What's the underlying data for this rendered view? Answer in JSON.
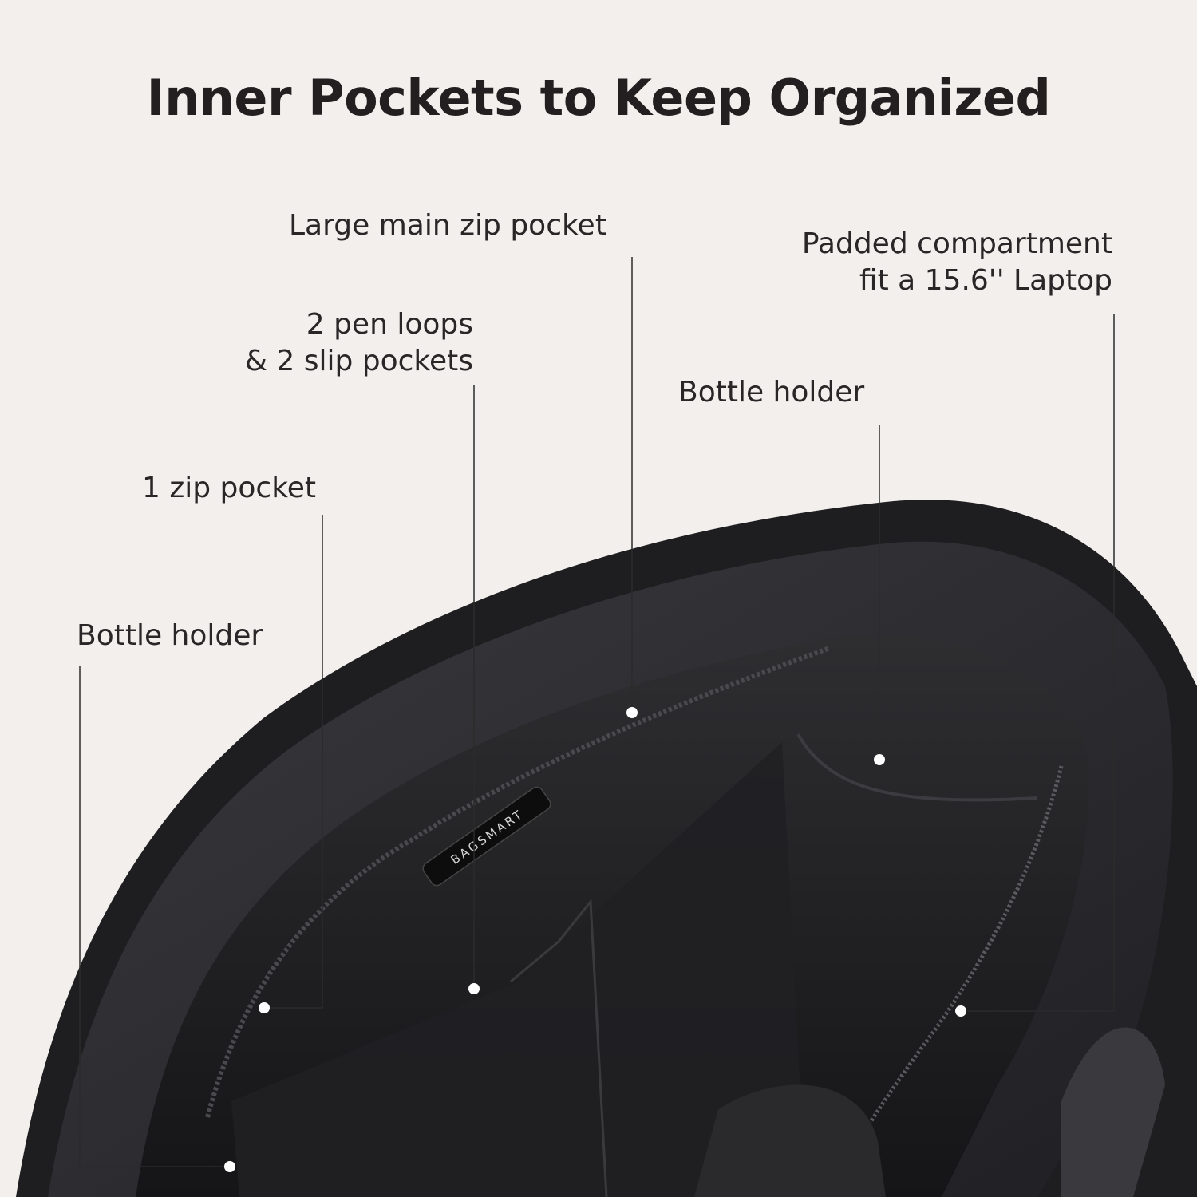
{
  "title": "Inner Pockets to Keep Organized",
  "brand_tag": "BAGSMART",
  "colors": {
    "background": "#f3efec",
    "text": "#231f20",
    "bag": "#1c1c1e",
    "dot": "#ffffff"
  },
  "callouts": [
    {
      "id": "large-main-zip-pocket",
      "lines": [
        "Large main zip pocket"
      ]
    },
    {
      "id": "padded-compartment",
      "lines": [
        "Padded compartment",
        "fit a 15.6'' Laptop"
      ]
    },
    {
      "id": "pen-loops-slip-pockets",
      "lines": [
        "2 pen loops",
        "& 2 slip pockets"
      ]
    },
    {
      "id": "bottle-holder-right",
      "lines": [
        "Bottle holder"
      ]
    },
    {
      "id": "zip-pocket",
      "lines": [
        "1 zip pocket"
      ]
    },
    {
      "id": "bottle-holder-left",
      "lines": [
        "Bottle holder"
      ]
    }
  ]
}
